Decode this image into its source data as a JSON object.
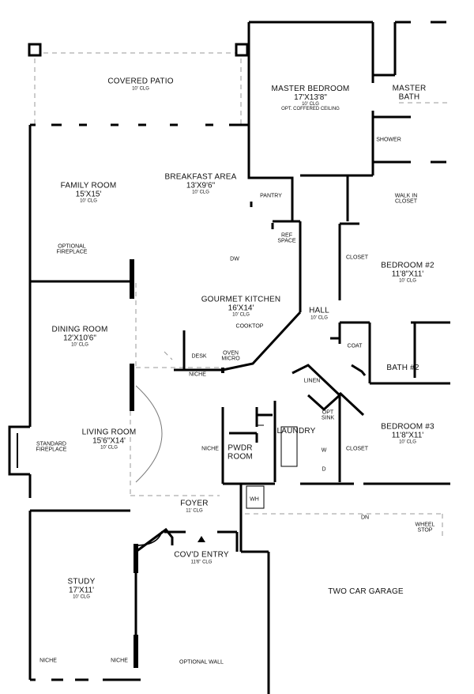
{
  "rooms": {
    "covered_patio": {
      "name": "COVERED PATIO",
      "ceiling": "10' CLG"
    },
    "master_bedroom": {
      "name": "MASTER BEDROOM",
      "dims": "17'X13'8\"",
      "ceiling": "10' CLG",
      "note": "OPT. COFFERED CEILING"
    },
    "master_bath": {
      "name1": "MASTER",
      "name2": "BATH"
    },
    "family_room": {
      "name": "FAMILY ROOM",
      "dims": "15'X15'",
      "ceiling": "10' CLG"
    },
    "breakfast": {
      "name": "BREAKFAST AREA",
      "dims": "13'X9'6\"",
      "ceiling": "10' CLG"
    },
    "kitchen": {
      "name": "GOURMET KITCHEN",
      "dims": "16'X14'",
      "ceiling": "10' CLG"
    },
    "dining": {
      "name": "DINING ROOM",
      "dims": "12'X10'6\"",
      "ceiling": "10' CLG"
    },
    "living": {
      "name": "LIVING ROOM",
      "dims": "15'6\"X14'",
      "ceiling": "10' CLG"
    },
    "bedroom2": {
      "name": "BEDROOM #2",
      "dims": "11'8\"X11'",
      "ceiling": "10' CLG"
    },
    "bedroom3": {
      "name": "BEDROOM #3",
      "dims": "11'8\"X11'",
      "ceiling": "10' CLG"
    },
    "hall": {
      "name": "HALL",
      "ceiling": "10' CLG"
    },
    "bath2": {
      "name": "BATH #2"
    },
    "laundry": {
      "name": "LAUNDRY"
    },
    "pwdr": {
      "name1": "PWDR",
      "name2": "ROOM"
    },
    "foyer": {
      "name": "FOYER",
      "ceiling": "11' CLG"
    },
    "entry": {
      "name": "COV'D ENTRY",
      "ceiling": "11'6\" CLG"
    },
    "study": {
      "name": "STUDY",
      "dims": "17'X11'",
      "ceiling": "10' CLG"
    },
    "garage": {
      "name": "TWO CAR GARAGE"
    }
  },
  "notes": {
    "shower": "SHOWER",
    "walk_in1": "WALK IN",
    "walk_in2": "CLOSET",
    "pantry": "PANTRY",
    "ref1": "REF",
    "ref2": "SPACE",
    "optional_fireplace1": "OPTIONAL",
    "optional_fireplace2": "FIREPLACE",
    "dw": "DW",
    "closet_b2": "CLOSET",
    "cooktop": "COOKTOP",
    "desk": "DESK",
    "oven1": "OVEN",
    "oven2": "MICRO",
    "niche_kitchen": "NICHE",
    "coat": "COAT",
    "linen": "LINEN",
    "opt_sink1": "OPT",
    "opt_sink2": "SINK",
    "standard_fireplace1": "STANDARD",
    "standard_fireplace2": "FIREPLACE",
    "niche_foyer": "NICHE",
    "w": "W",
    "d": "D",
    "closet_b3": "CLOSET",
    "wh": "WH",
    "dn": "DN",
    "wheel_stop1": "WHEEL",
    "wheel_stop2": "STOP",
    "niche_study1": "NICHE",
    "niche_study2": "NICHE",
    "optional_wall": "OPTIONAL WALL"
  }
}
